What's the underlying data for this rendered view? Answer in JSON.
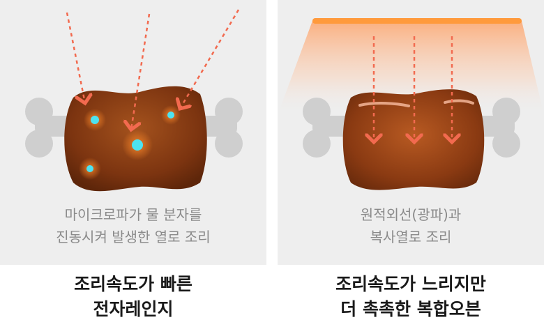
{
  "left": {
    "description": [
      "마이크로파가 물 분자를",
      "진동시켜 발생한 열로 조리"
    ],
    "caption": [
      "조리속도가 빠른",
      "전자레인지"
    ]
  },
  "right": {
    "description": [
      "원적외선(광파)과",
      "복사열로 조리"
    ],
    "caption": [
      "조리속도가 느리지만",
      "더 촉촉한 복합오븐"
    ]
  },
  "colors": {
    "panel_bg": "#eeeeee",
    "meat": "#8a3a12",
    "bone": "#cfcfcf",
    "arrow": "#f26a4f",
    "heater": "#ff9a3c",
    "water": "#4de3f0"
  }
}
